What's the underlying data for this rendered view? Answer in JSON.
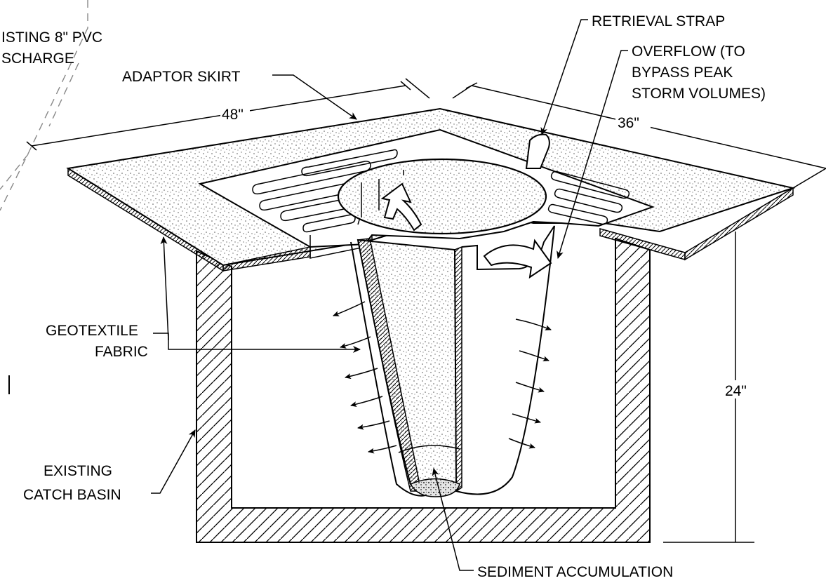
{
  "labels": {
    "pvc_line1": "ISTING 8\" PVC",
    "pvc_line2": "SCHARGE",
    "adaptor_skirt": "ADAPTOR SKIRT",
    "retrieval_strap": "RETRIEVAL STRAP",
    "overflow_line1": "OVERFLOW (TO",
    "overflow_line2": "BYPASS PEAK",
    "overflow_line3": "STORM VOLUMES)",
    "geotextile_line1": "GEOTEXTILE",
    "geotextile_line2": "FABRIC",
    "catch_basin_line1": "EXISTING",
    "catch_basin_line2": "CATCH BASIN",
    "sediment": "SEDIMENT ACCUMULATION"
  },
  "dimensions": {
    "width": "48\"",
    "depth": "36\"",
    "height": "24\""
  }
}
